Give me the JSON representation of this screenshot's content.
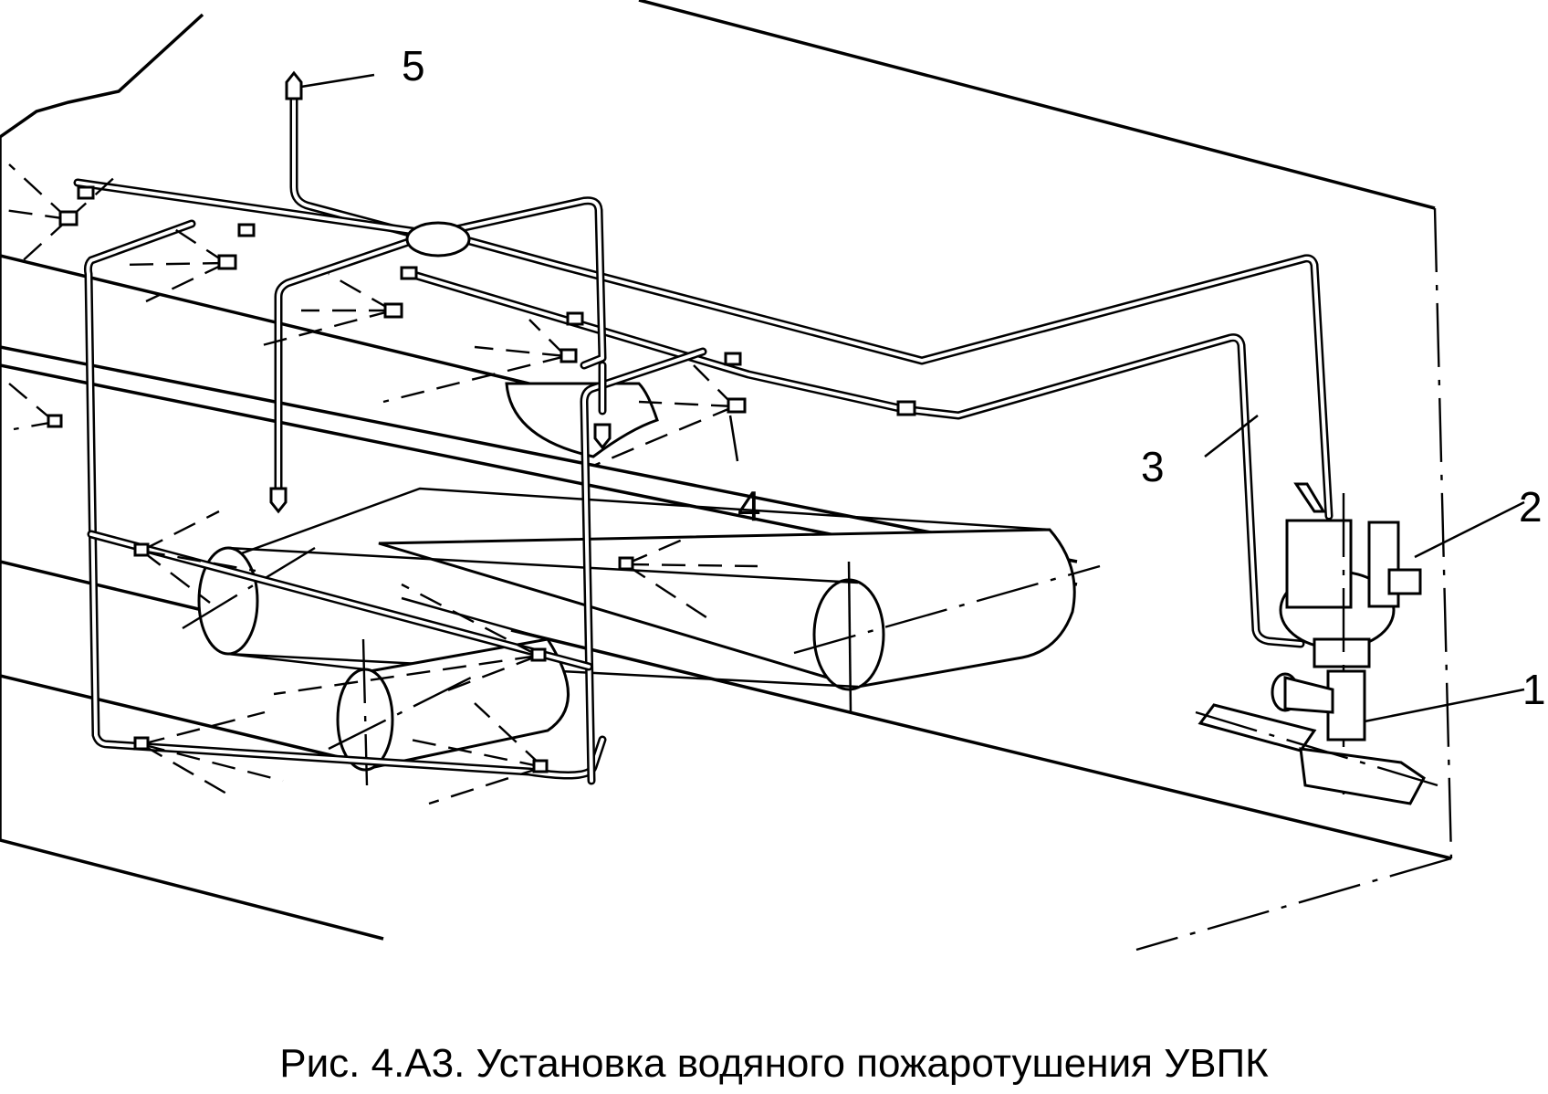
{
  "figure": {
    "caption": "Рис. 4.А3. Установка водяного пожаротушения УВПК",
    "callouts": [
      {
        "id": "1",
        "label": "1"
      },
      {
        "id": "2",
        "label": "2"
      },
      {
        "id": "3",
        "label": "3"
      },
      {
        "id": "4",
        "label": "4"
      },
      {
        "id": "5",
        "label": "5"
      }
    ]
  }
}
